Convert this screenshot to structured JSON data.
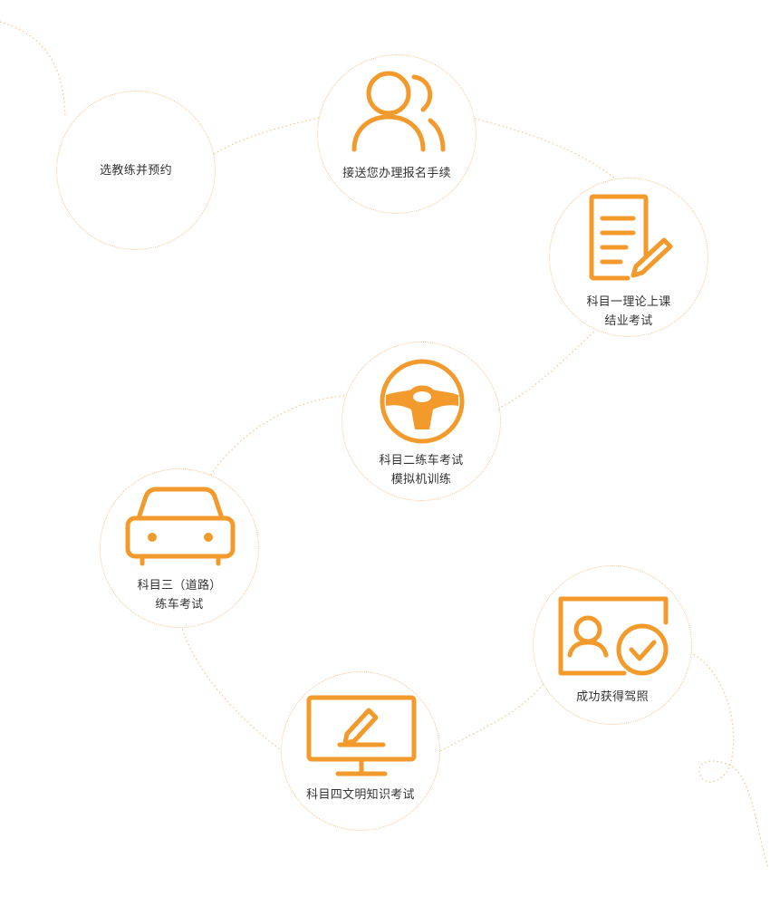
{
  "accent_color": "#f39a2c",
  "border_color": "#f5c48a",
  "steps": [
    {
      "line1": "选教练并预约",
      "icon": "none"
    },
    {
      "line1": "接送您办理报名手续",
      "icon": "users-icon"
    },
    {
      "line1": "科目一理论上课",
      "line2": "结业考试",
      "icon": "document-edit-icon"
    },
    {
      "line1": "科目二练车考试",
      "line2": "模拟机训练",
      "icon": "steering-wheel-icon"
    },
    {
      "line1": "科目三（道路）",
      "line2": "练车考试",
      "icon": "car-icon"
    },
    {
      "line1": "科目四文明知识考试",
      "icon": "monitor-edit-icon"
    },
    {
      "line1": "成功获得驾照",
      "icon": "license-check-icon"
    }
  ]
}
